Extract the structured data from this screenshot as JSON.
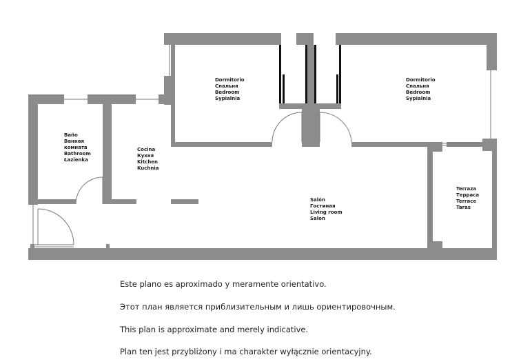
{
  "rooms": {
    "bedroom_left": [
      "Dormitorio",
      "Спальня",
      "Bedroom",
      "Sypialnia"
    ],
    "bedroom_right": [
      "Dormitorio",
      "Спальня",
      "Bedroom",
      "Sypialnia"
    ],
    "bathroom": [
      "Baño",
      "Ванная",
      "комната",
      "Bathroom",
      "Łazienka"
    ],
    "kitchen": [
      "Cocina",
      "Кухня",
      "Kitchen",
      "Kuchnia"
    ],
    "living_room": [
      "Salón",
      "Гостиная",
      "Living room",
      "Salon"
    ],
    "terrace": [
      "Terraza",
      "Терраса",
      "Terrace",
      "Taras"
    ]
  },
  "disclaimer": {
    "es": "Este plano es aproximado y meramente orientativo.",
    "ru": "Этот план является приблизительным и лишь ориентировочным.",
    "en": "This plan is approximate and merely indicative.",
    "pl": "Plan ten jest przybliżony i ma charakter wyłącznie orientacyjny."
  },
  "colors": {
    "wall": "#8c8c8c",
    "door_line": "#7a7a7a",
    "window_dark": "#111111"
  }
}
